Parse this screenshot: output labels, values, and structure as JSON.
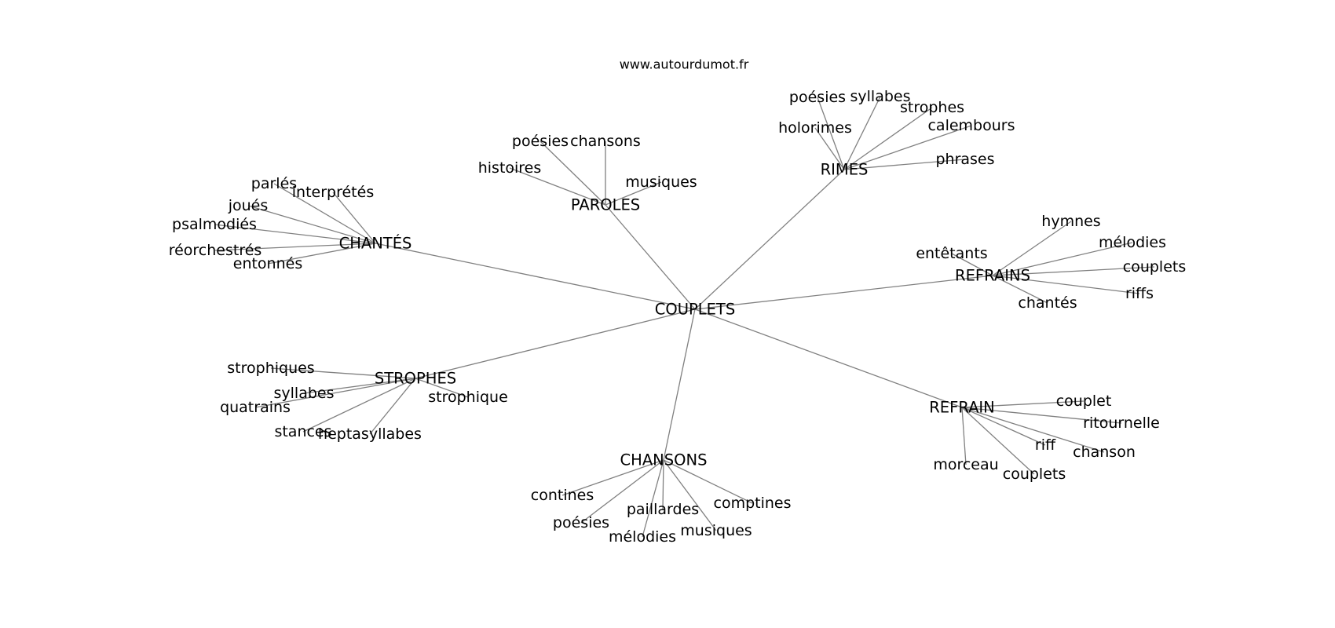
{
  "site_url": "www.autourdumot.fr",
  "center": "COUPLETS",
  "groups": [
    {
      "name": "PAROLES",
      "words": [
        "poésies",
        "chansons",
        "histoires",
        "musiques"
      ]
    },
    {
      "name": "RIMES",
      "words": [
        "poésies",
        "syllabes",
        "strophes",
        "holorimes",
        "calembours",
        "phrases"
      ]
    },
    {
      "name": "CHANTÉS",
      "words": [
        "parlés",
        "interprétés",
        "joués",
        "psalmodiés",
        "réorchestrés",
        "entonnés"
      ]
    },
    {
      "name": "REFRAINS",
      "words": [
        "hymnes",
        "mélodies",
        "entêtants",
        "couplets",
        "riffs",
        "chantés"
      ]
    },
    {
      "name": "STROPHES",
      "words": [
        "strophiques",
        "syllabes",
        "quatrains",
        "strophique",
        "stances",
        "heptasyllabes"
      ]
    },
    {
      "name": "REFRAIN",
      "words": [
        "couplet",
        "ritournelle",
        "riff",
        "chanson",
        "morceau",
        "couplets"
      ]
    },
    {
      "name": "CHANSONS",
      "words": [
        "contines",
        "comptines",
        "paillardes",
        "poésies",
        "musiques",
        "mélodies"
      ]
    }
  ]
}
